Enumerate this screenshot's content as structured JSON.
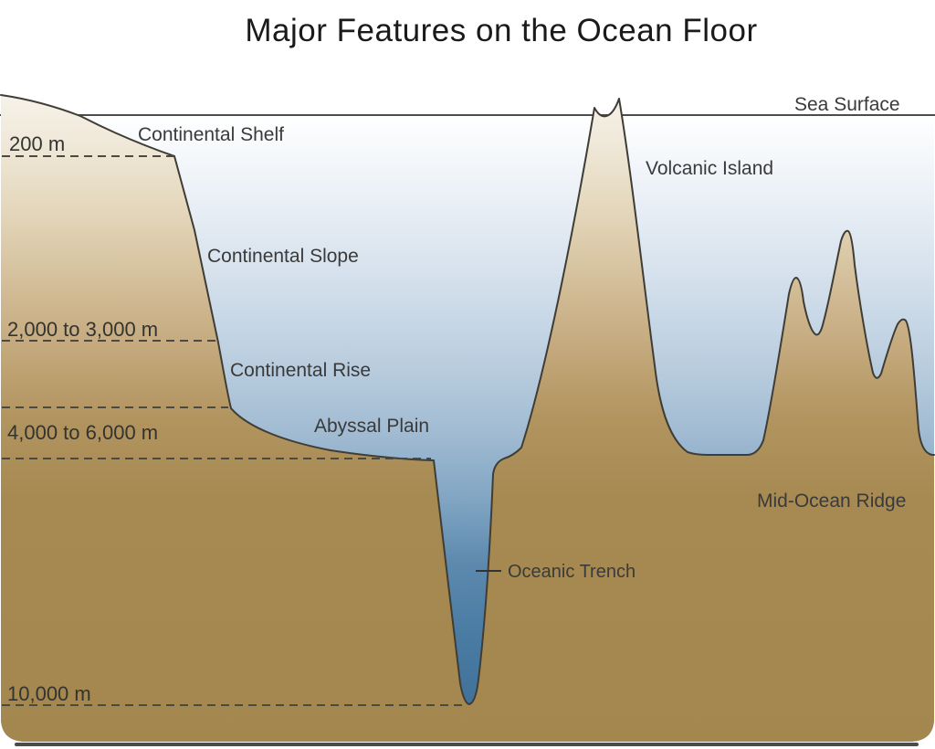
{
  "title": "Major Features on the Ocean Floor",
  "diagram": {
    "sea_surface_label": "Sea Surface",
    "features": {
      "continental_shelf": "Continental Shelf",
      "continental_slope": "Continental Slope",
      "continental_rise": "Continental Rise",
      "abyssal_plain": "Abyssal Plain",
      "oceanic_trench": "Oceanic Trench",
      "volcanic_island": "Volcanic Island",
      "mid_ocean_ridge": "Mid-Ocean Ridge"
    },
    "depth_markers": [
      "200 m",
      "2,000 to 3,000 m",
      "4,000 to 6,000 m",
      "10,000 m"
    ],
    "colors": {
      "land_shallow": "#f8f4ec",
      "land_deep": "#a3874f",
      "ocean_surface": "#ffffff",
      "ocean_mid": "#a2bcd3",
      "ocean_deep": "#3e7097",
      "outline": "#3f3d35",
      "label_text": "#3a3a3a"
    }
  }
}
